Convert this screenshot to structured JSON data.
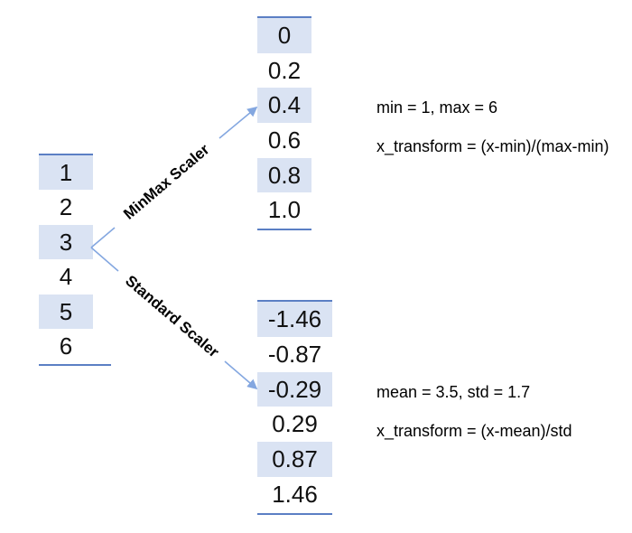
{
  "diagram": {
    "input_column": {
      "values": [
        "1",
        "2",
        "3",
        "4",
        "5",
        "6"
      ]
    },
    "minmax_branch": {
      "label": "MinMax Scaler",
      "values": [
        "0",
        "0.2",
        "0.4",
        "0.6",
        "0.8",
        "1.0"
      ],
      "params_text": "min = 1, max = 6",
      "formula_text": "x_transform = (x-min)/(max-min)"
    },
    "standard_branch": {
      "label": "Standard Scaler",
      "values": [
        "-1.46",
        "-0.87",
        "-0.29",
        "0.29",
        "0.87",
        "1.46"
      ],
      "params_text": "mean = 3.5, std = 1.7",
      "formula_text": "x_transform = (x-mean)/std"
    },
    "colors": {
      "cell_fill": "#dae3f3",
      "column_border": "#5b7fc4",
      "arrow": "#84a7e0",
      "text": "#111111"
    }
  }
}
